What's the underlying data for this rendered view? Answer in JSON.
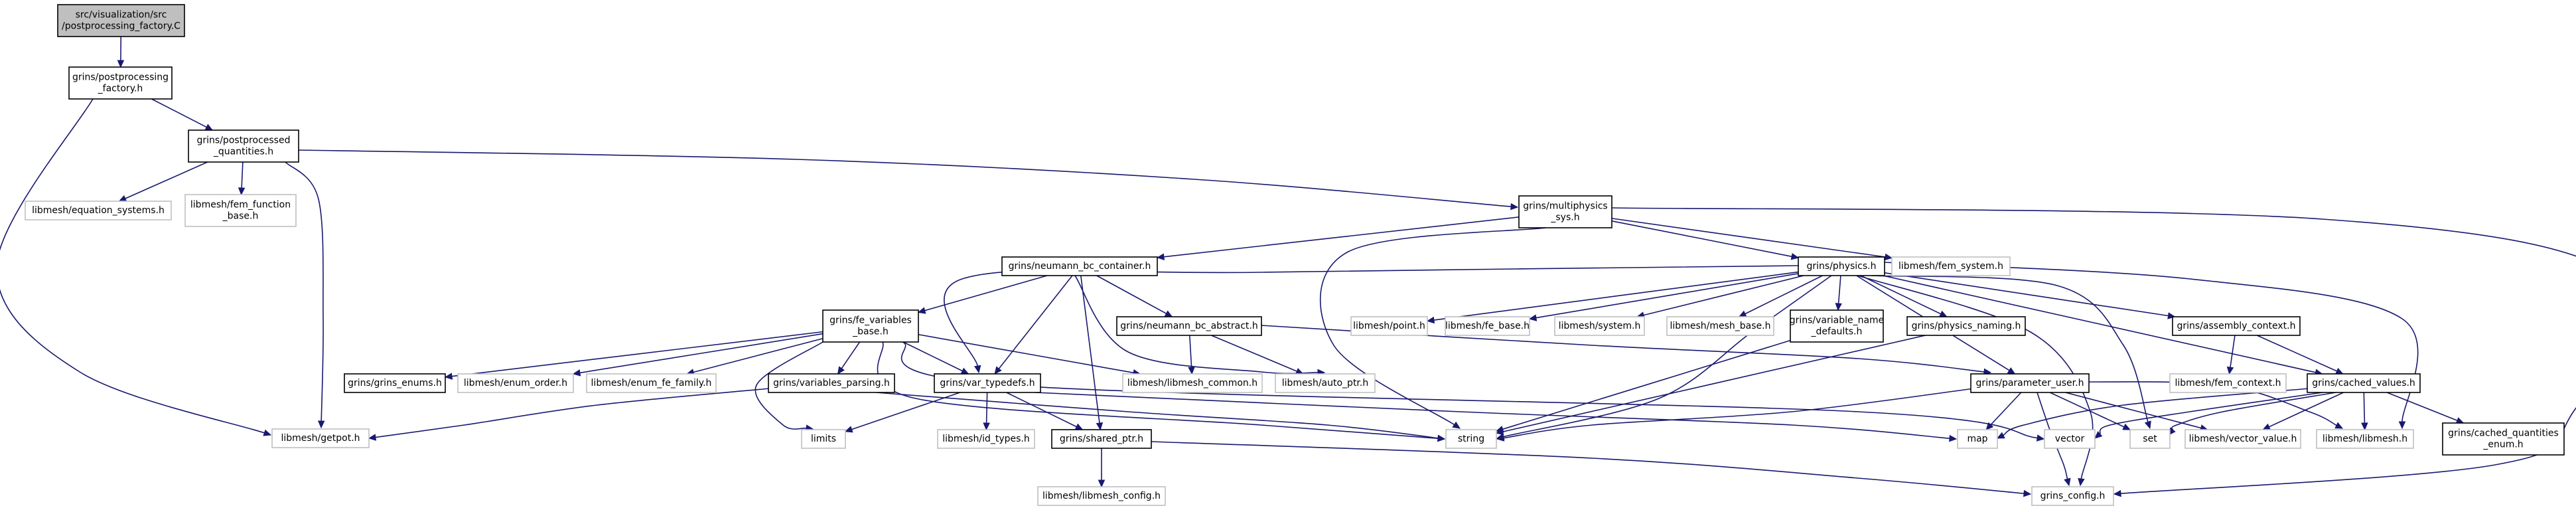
{
  "graph": {
    "colors": {
      "edge": "#191970",
      "root_fill": "#bfbfbf",
      "node_border": "#000000",
      "external_border": "#bfbfbf",
      "text": "#000000"
    },
    "nodes": [
      {
        "id": "postprocessing_factory_C",
        "lines": [
          "src/visualization/src",
          "/postprocessing_factory.C"
        ],
        "kind": "root"
      },
      {
        "id": "postprocessing_factory_h",
        "lines": [
          "grins/postprocessing",
          "_factory.h"
        ],
        "kind": "internal"
      },
      {
        "id": "postprocessed_quantities_h",
        "lines": [
          "grins/postprocessed",
          "_quantities.h"
        ],
        "kind": "internal"
      },
      {
        "id": "equation_systems_h",
        "lines": [
          "libmesh/equation_systems.h"
        ],
        "kind": "external"
      },
      {
        "id": "fem_function_base_h",
        "lines": [
          "libmesh/fem_function",
          "_base.h"
        ],
        "kind": "external"
      },
      {
        "id": "multiphysics_sys_h",
        "lines": [
          "grins/multiphysics",
          "_sys.h"
        ],
        "kind": "internal"
      },
      {
        "id": "getpot_h",
        "lines": [
          "libmesh/getpot.h"
        ],
        "kind": "external"
      },
      {
        "id": "neumann_bc_container_h",
        "lines": [
          "grins/neumann_bc_container.h"
        ],
        "kind": "internal"
      },
      {
        "id": "physics_h",
        "lines": [
          "grins/physics.h"
        ],
        "kind": "internal"
      },
      {
        "id": "fem_system_h",
        "lines": [
          "libmesh/fem_system.h"
        ],
        "kind": "external"
      },
      {
        "id": "fe_variables_base_h",
        "lines": [
          "grins/fe_variables",
          "_base.h"
        ],
        "kind": "internal"
      },
      {
        "id": "neumann_bc_abstract_h",
        "lines": [
          "grins/neumann_bc_abstract.h"
        ],
        "kind": "internal"
      },
      {
        "id": "point_h",
        "lines": [
          "libmesh/point.h"
        ],
        "kind": "external"
      },
      {
        "id": "fe_base_h",
        "lines": [
          "libmesh/fe_base.h"
        ],
        "kind": "external"
      },
      {
        "id": "system_h",
        "lines": [
          "libmesh/system.h"
        ],
        "kind": "external"
      },
      {
        "id": "mesh_base_h",
        "lines": [
          "libmesh/mesh_base.h"
        ],
        "kind": "external"
      },
      {
        "id": "variable_name_defaults_h",
        "lines": [
          "grins/variable_name",
          "_defaults.h"
        ],
        "kind": "internal"
      },
      {
        "id": "physics_naming_h",
        "lines": [
          "grins/physics_naming.h"
        ],
        "kind": "internal"
      },
      {
        "id": "assembly_context_h",
        "lines": [
          "grins/assembly_context.h"
        ],
        "kind": "internal"
      },
      {
        "id": "grins_enums_h",
        "lines": [
          "grins/grins_enums.h"
        ],
        "kind": "internal"
      },
      {
        "id": "enum_order_h",
        "lines": [
          "libmesh/enum_order.h"
        ],
        "kind": "external"
      },
      {
        "id": "enum_fe_family_h",
        "lines": [
          "libmesh/enum_fe_family.h"
        ],
        "kind": "external"
      },
      {
        "id": "variables_parsing_h",
        "lines": [
          "grins/variables_parsing.h"
        ],
        "kind": "internal"
      },
      {
        "id": "var_typedefs_h",
        "lines": [
          "grins/var_typedefs.h"
        ],
        "kind": "internal"
      },
      {
        "id": "libmesh_common_h",
        "lines": [
          "libmesh/libmesh_common.h"
        ],
        "kind": "external"
      },
      {
        "id": "auto_ptr_h",
        "lines": [
          "libmesh/auto_ptr.h"
        ],
        "kind": "external"
      },
      {
        "id": "parameter_user_h",
        "lines": [
          "grins/parameter_user.h"
        ],
        "kind": "internal"
      },
      {
        "id": "fem_context_h",
        "lines": [
          "libmesh/fem_context.h"
        ],
        "kind": "external"
      },
      {
        "id": "cached_values_h",
        "lines": [
          "grins/cached_values.h"
        ],
        "kind": "internal"
      },
      {
        "id": "limits",
        "lines": [
          "limits"
        ],
        "kind": "external"
      },
      {
        "id": "id_types_h",
        "lines": [
          "libmesh/id_types.h"
        ],
        "kind": "external"
      },
      {
        "id": "shared_ptr_h",
        "lines": [
          "grins/shared_ptr.h"
        ],
        "kind": "internal"
      },
      {
        "id": "string",
        "lines": [
          "string"
        ],
        "kind": "external"
      },
      {
        "id": "map",
        "lines": [
          "map"
        ],
        "kind": "external"
      },
      {
        "id": "vector",
        "lines": [
          "vector"
        ],
        "kind": "external"
      },
      {
        "id": "set",
        "lines": [
          "set"
        ],
        "kind": "external"
      },
      {
        "id": "vector_value_h",
        "lines": [
          "libmesh/vector_value.h"
        ],
        "kind": "external"
      },
      {
        "id": "libmesh_h",
        "lines": [
          "libmesh/libmesh.h"
        ],
        "kind": "external"
      },
      {
        "id": "cached_quantities_enum_h",
        "lines": [
          "grins/cached_quantities",
          "_enum.h"
        ],
        "kind": "internal"
      },
      {
        "id": "libmesh_config_h",
        "lines": [
          "libmesh/libmesh_config.h"
        ],
        "kind": "external"
      },
      {
        "id": "grins_config_h",
        "lines": [
          "grins_config.h"
        ],
        "kind": "external"
      }
    ],
    "edges": [
      [
        "postprocessing_factory_C",
        "postprocessing_factory_h"
      ],
      [
        "postprocessing_factory_h",
        "postprocessed_quantities_h"
      ],
      [
        "postprocessing_factory_h",
        "getpot_h"
      ],
      [
        "postprocessed_quantities_h",
        "equation_systems_h"
      ],
      [
        "postprocessed_quantities_h",
        "fem_function_base_h"
      ],
      [
        "postprocessed_quantities_h",
        "multiphysics_sys_h"
      ],
      [
        "postprocessed_quantities_h",
        "getpot_h"
      ],
      [
        "multiphysics_sys_h",
        "neumann_bc_container_h"
      ],
      [
        "multiphysics_sys_h",
        "physics_h"
      ],
      [
        "multiphysics_sys_h",
        "fem_system_h"
      ],
      [
        "multiphysics_sys_h",
        "string"
      ],
      [
        "multiphysics_sys_h",
        "grins_config_h"
      ],
      [
        "neumann_bc_container_h",
        "fe_variables_base_h"
      ],
      [
        "neumann_bc_container_h",
        "neumann_bc_abstract_h"
      ],
      [
        "neumann_bc_container_h",
        "var_typedefs_h"
      ],
      [
        "neumann_bc_container_h",
        "shared_ptr_h"
      ],
      [
        "neumann_bc_container_h",
        "auto_ptr_h"
      ],
      [
        "physics_h",
        "point_h"
      ],
      [
        "physics_h",
        "fe_base_h"
      ],
      [
        "physics_h",
        "system_h"
      ],
      [
        "physics_h",
        "mesh_base_h"
      ],
      [
        "physics_h",
        "variable_name_defaults_h"
      ],
      [
        "physics_h",
        "physics_naming_h"
      ],
      [
        "physics_h",
        "assembly_context_h"
      ],
      [
        "physics_h",
        "var_typedefs_h"
      ],
      [
        "physics_h",
        "parameter_user_h"
      ],
      [
        "physics_h",
        "cached_values_h"
      ],
      [
        "physics_h",
        "string"
      ],
      [
        "physics_h",
        "set"
      ],
      [
        "physics_h",
        "libmesh_h"
      ],
      [
        "physics_h",
        "grins_config_h"
      ],
      [
        "fe_variables_base_h",
        "grins_enums_h"
      ],
      [
        "fe_variables_base_h",
        "enum_order_h"
      ],
      [
        "fe_variables_base_h",
        "enum_fe_family_h"
      ],
      [
        "fe_variables_base_h",
        "variables_parsing_h"
      ],
      [
        "fe_variables_base_h",
        "var_typedefs_h"
      ],
      [
        "fe_variables_base_h",
        "libmesh_common_h"
      ],
      [
        "fe_variables_base_h",
        "limits"
      ],
      [
        "fe_variables_base_h",
        "string"
      ],
      [
        "fe_variables_base_h",
        "vector"
      ],
      [
        "neumann_bc_abstract_h",
        "libmesh_common_h"
      ],
      [
        "neumann_bc_abstract_h",
        "auto_ptr_h"
      ],
      [
        "neumann_bc_abstract_h",
        "parameter_user_h"
      ],
      [
        "variable_name_defaults_h",
        "string"
      ],
      [
        "physics_naming_h",
        "string"
      ],
      [
        "assembly_context_h",
        "fem_context_h"
      ],
      [
        "assembly_context_h",
        "cached_values_h"
      ],
      [
        "variables_parsing_h",
        "getpot_h"
      ],
      [
        "variables_parsing_h",
        "string"
      ],
      [
        "var_typedefs_h",
        "limits"
      ],
      [
        "var_typedefs_h",
        "id_types_h"
      ],
      [
        "var_typedefs_h",
        "shared_ptr_h"
      ],
      [
        "var_typedefs_h",
        "map"
      ],
      [
        "parameter_user_h",
        "string"
      ],
      [
        "parameter_user_h",
        "map"
      ],
      [
        "parameter_user_h",
        "set"
      ],
      [
        "parameter_user_h",
        "vector_value_h"
      ],
      [
        "parameter_user_h",
        "libmesh_h"
      ],
      [
        "parameter_user_h",
        "grins_config_h"
      ],
      [
        "cached_values_h",
        "map"
      ],
      [
        "cached_values_h",
        "vector"
      ],
      [
        "cached_values_h",
        "set"
      ],
      [
        "cached_values_h",
        "vector_value_h"
      ],
      [
        "cached_values_h",
        "libmesh_h"
      ],
      [
        "cached_values_h",
        "cached_quantities_enum_h"
      ],
      [
        "shared_ptr_h",
        "libmesh_config_h"
      ],
      [
        "shared_ptr_h",
        "grins_config_h"
      ]
    ]
  }
}
